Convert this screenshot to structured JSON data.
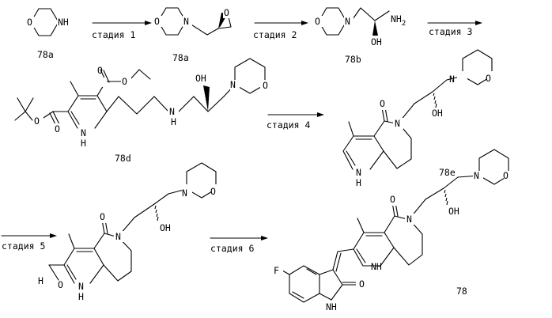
{
  "compounds": {
    "c1": "78a",
    "c2": "78a",
    "c3": "78b",
    "c4": "78d",
    "c5": "78e",
    "c6": "78"
  },
  "steps": {
    "s1": "стадия 1",
    "s2": "стадия 2",
    "s3": "стадия 3",
    "s4": "стадия 4",
    "s5": "стадия 5",
    "s6": "стадия 6"
  },
  "atoms": {
    "O": "O",
    "N": "N",
    "NH": "NH",
    "H": "H",
    "NH2": "NH",
    "sub2": "2",
    "OH": "OH",
    "F": "F"
  }
}
